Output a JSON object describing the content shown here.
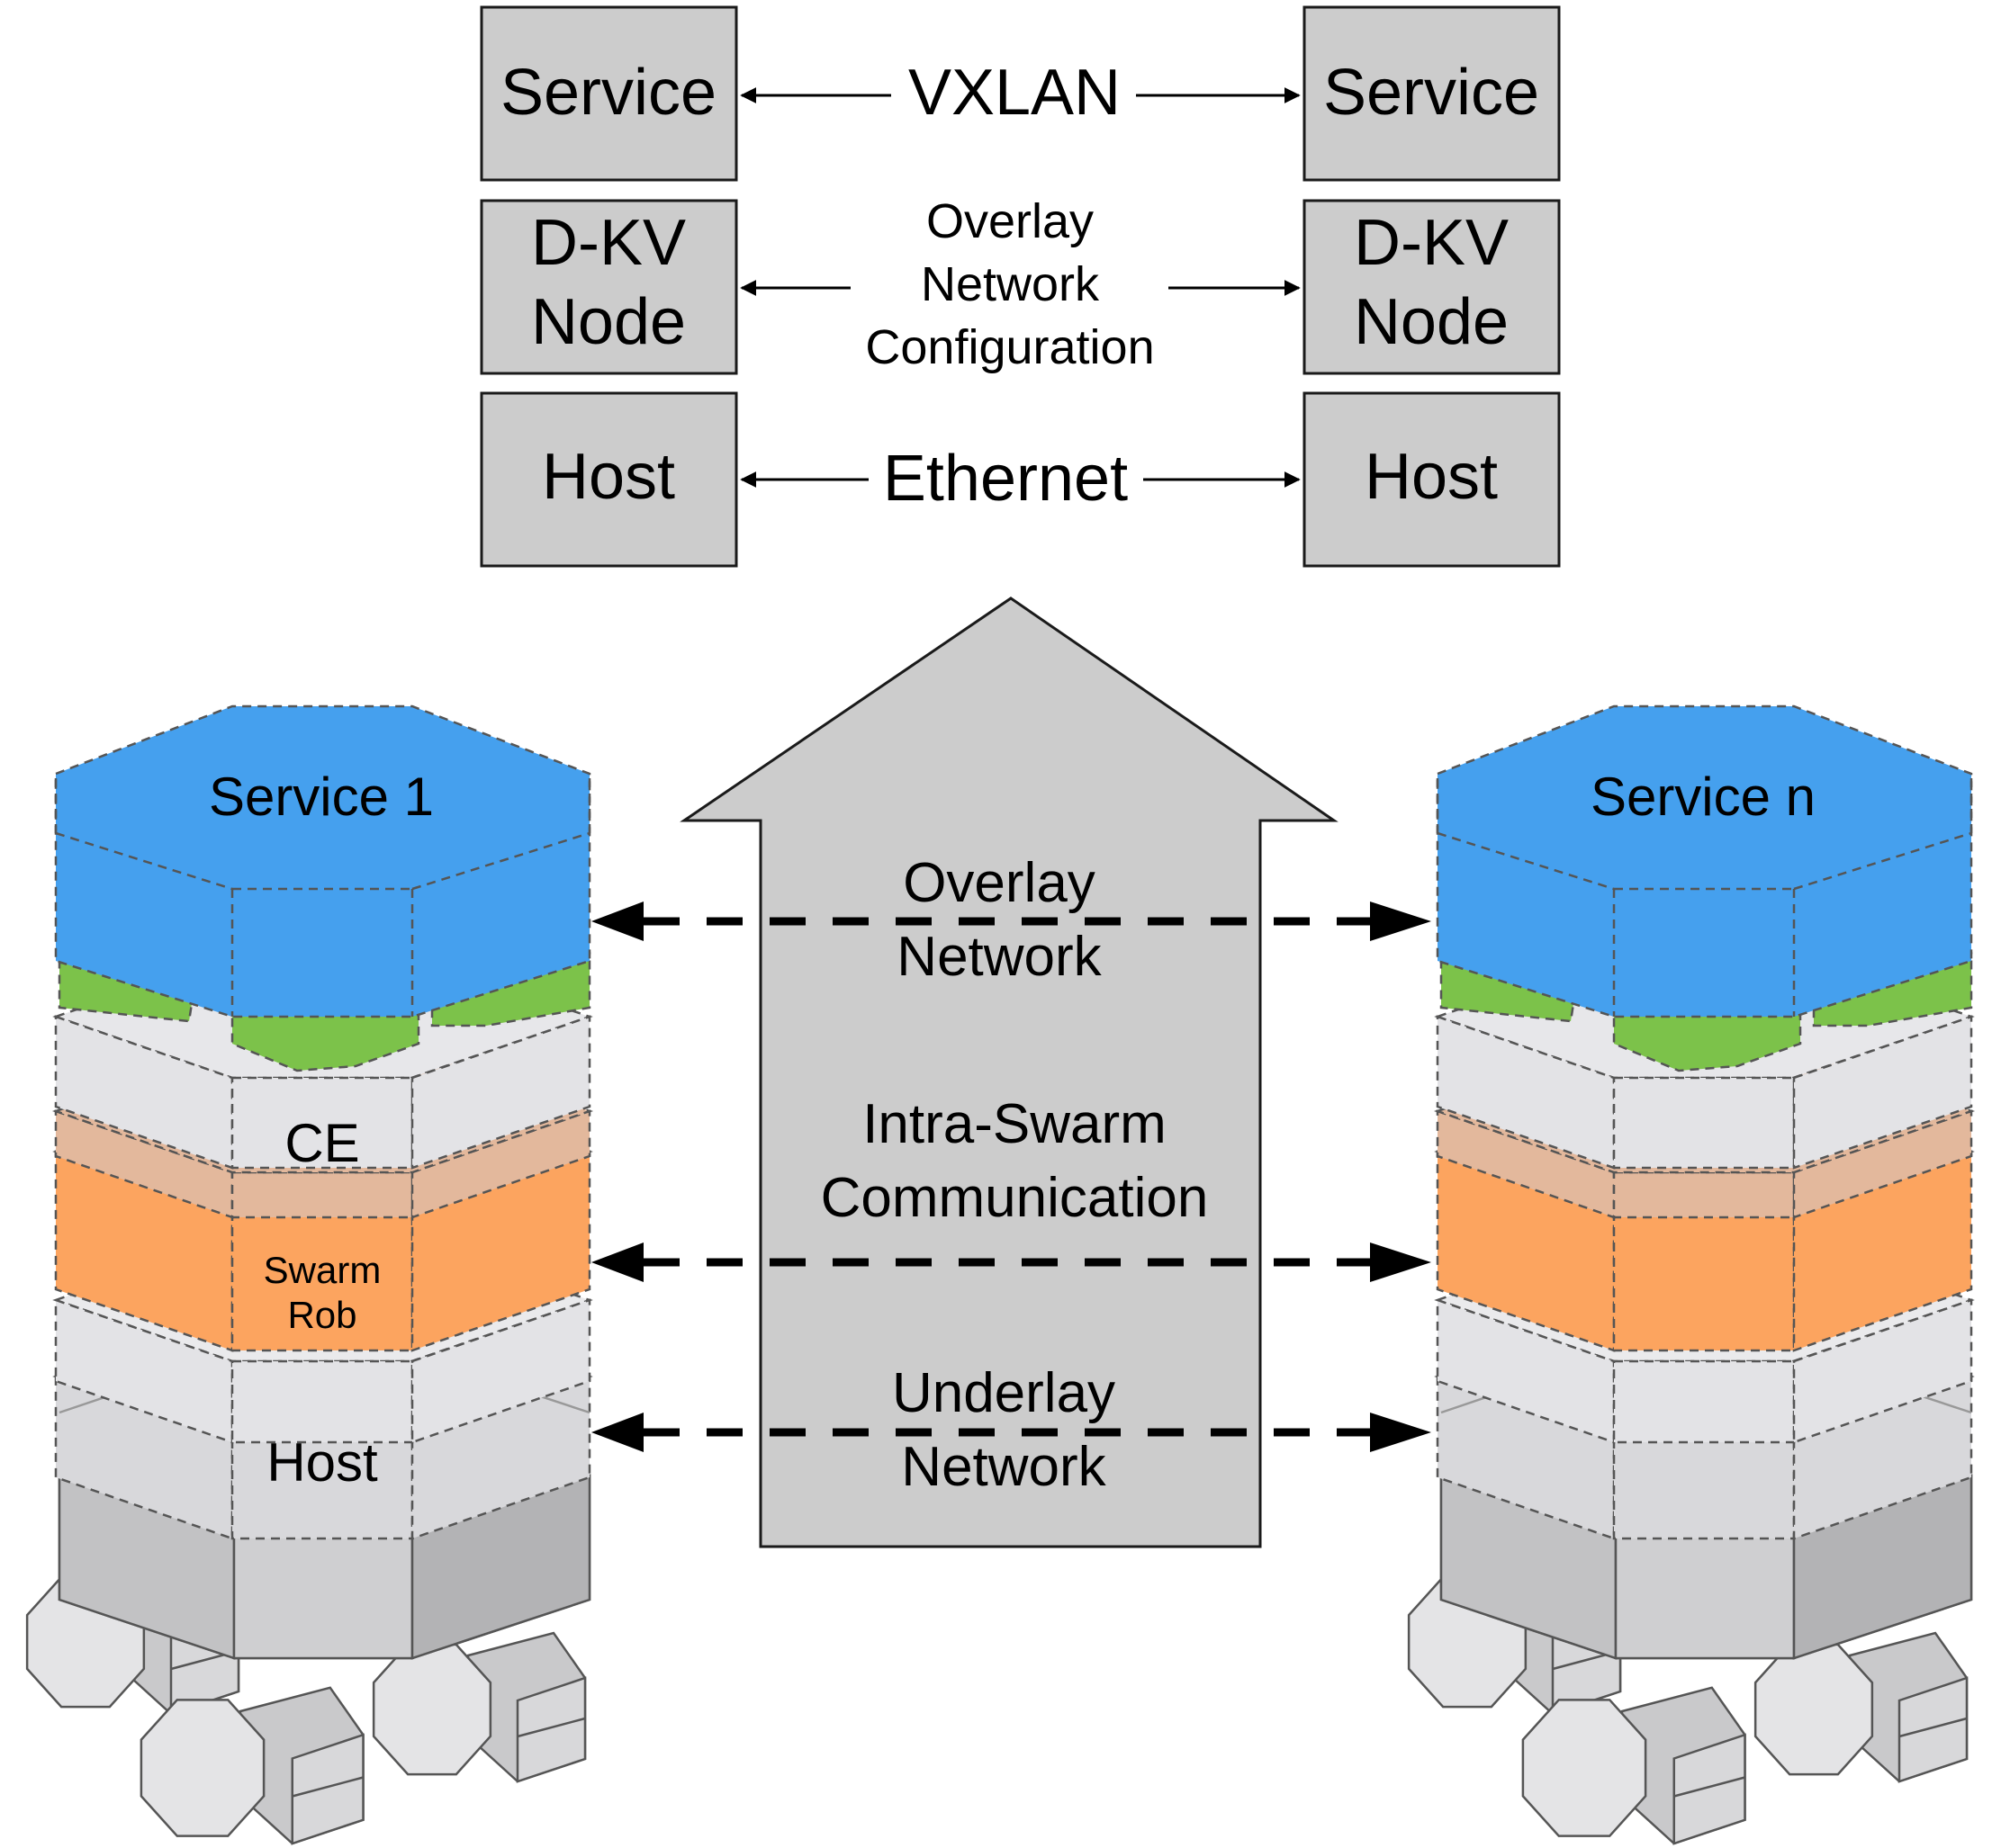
{
  "top": {
    "left_boxes": [
      "Service",
      "D-KV|Node",
      "Host"
    ],
    "right_boxes": [
      "Service",
      "D-KV|Node",
      "Host"
    ],
    "links": [
      "VXLAN",
      "Overlay|Network|Configuration",
      "Ethernet"
    ]
  },
  "arrow": {
    "labels": [
      "Overlay|Network",
      "Intra-Swarm|Communication",
      "Underlay|Network"
    ]
  },
  "robots": {
    "left": {
      "service": "Service 1",
      "ce": "CE",
      "swarm": "Swarm|Rob",
      "host": "Host"
    },
    "right": {
      "service": "Service n"
    }
  },
  "colors": {
    "service": "#45a0ee",
    "green": "#7cc24a",
    "ce": "#e3b89c",
    "swarm": "#fca45f",
    "host": "#d8d8db",
    "base": "#c7c7c9",
    "wheel": "#e4e4e6"
  }
}
